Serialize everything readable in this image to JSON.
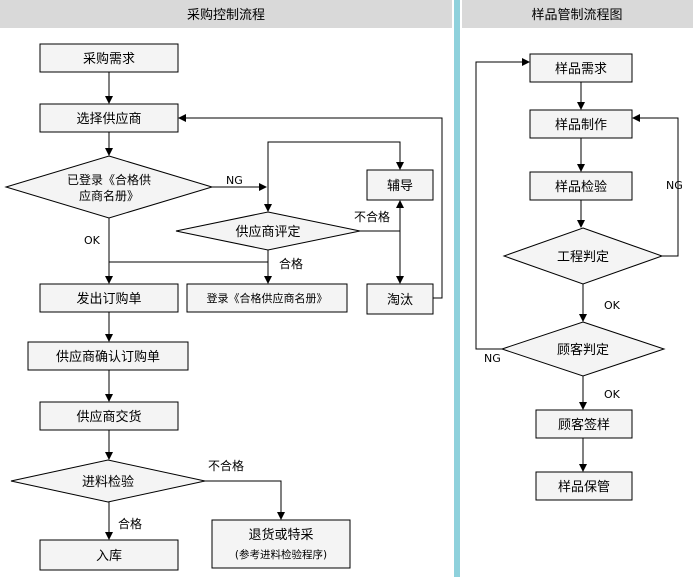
{
  "left_panel": {
    "title": "采购控制流程",
    "nodes": {
      "purchase_demand": "采购需求",
      "select_supplier": "选择供应商",
      "registered_check_line1": "已登录《合格供",
      "registered_check_line2": "应商名册》",
      "tutoring": "辅导",
      "supplier_evaluation": "供应商评定",
      "eliminate": "淘汰",
      "issue_po": "发出订购单",
      "register_qualified": "登录《合格供应商名册》",
      "supplier_confirm_po": "供应商确认订购单",
      "supplier_delivery": "供应商交货",
      "incoming_inspection": "进料检验",
      "return_or_concession_line1": "退货或特采",
      "return_or_concession_line2": "(参考进料检验程序)",
      "warehouse_in": "入库"
    },
    "labels": {
      "ng": "NG",
      "ok": "OK",
      "fail_eval": "不合格",
      "pass_eval": "合格",
      "fail_inspection": "不合格",
      "pass_inspection": "合格"
    }
  },
  "right_panel": {
    "title": "样品管制流程图",
    "nodes": {
      "sample_demand": "样品需求",
      "sample_making": "样品制作",
      "sample_inspection": "样品检验",
      "engineering_judgement": "工程判定",
      "customer_judgement": "顾客判定",
      "customer_signoff": "顾客签样",
      "sample_storage": "样品保管"
    },
    "labels": {
      "ng_engineering": "NG",
      "ok_engineering": "OK",
      "ng_customer": "NG",
      "ok_customer": "OK"
    }
  },
  "colors": {
    "header_bg": "#d9d9d9",
    "divider": "#8fd1dc",
    "box_fill": "#f4f4f4"
  }
}
